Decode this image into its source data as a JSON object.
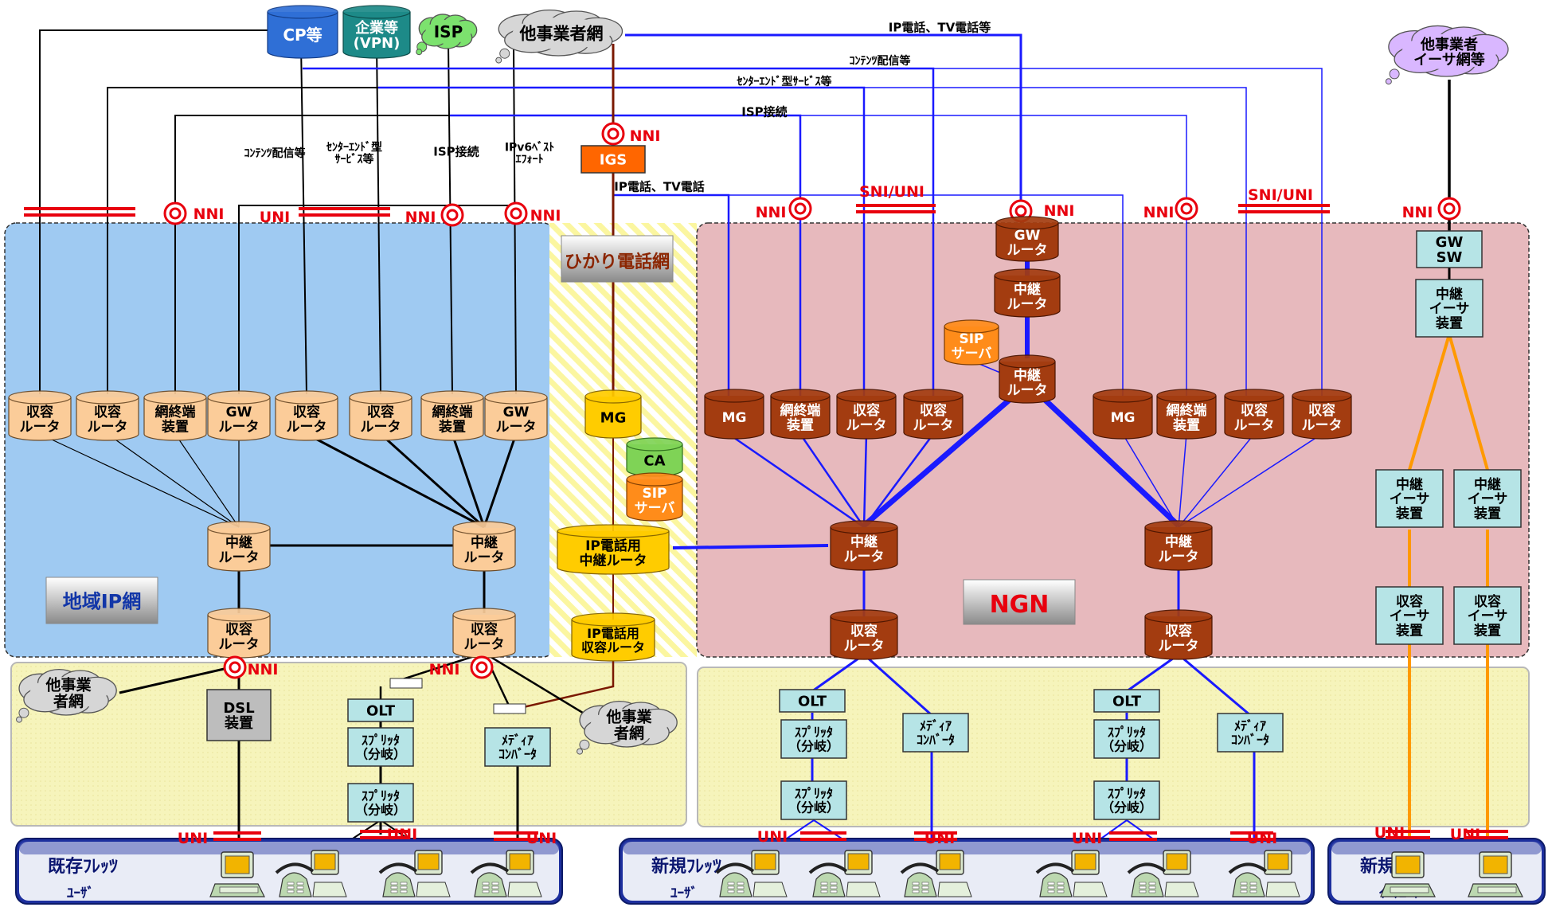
{
  "colors": {
    "blue_line": "#1a1aff",
    "orange_line": "#ff9900",
    "dark_red": "#7a1800",
    "nni_red": "#e8000e",
    "area_regional": "#9fcaf2",
    "area_hikari": "#fbf6a0",
    "area_ngn": "#e7b9bd",
    "area_access": "#f6f4bb",
    "node_peach": "#fbcc99",
    "node_brown": "#a33c10",
    "node_yellow": "#ffcc00",
    "node_teal": "#b6e4e6"
  },
  "top": {
    "cp": "CP等",
    "vpn": "企業等\n(VPN)",
    "isp": "ISP",
    "other_net": "他事業者網",
    "ether_other": "他事業者\nイーサ網等"
  },
  "services": {
    "ip_tv": "IP電話、TV電話等",
    "content": "ｺﾝﾃﾝﾂ配信等",
    "center_end": "ｾﾝﾀｰｴﾝﾄﾞ型ｻｰﾋﾞｽ等",
    "isp_conn": "ISP接続",
    "ip_tv2": "IP電話、TV電話",
    "left_content": "ｺﾝﾃﾝﾂ配信等",
    "left_center": "ｾﾝﾀｰｴﾝﾄﾞ型\nｻｰﾋﾞｽ等",
    "left_isp": "ISP接続",
    "left_ipv6": "IPv6ﾍﾞｽﾄ\nｴﾌｫｰﾄ"
  },
  "ifaces": {
    "nni": "NNI",
    "uni": "UNI",
    "sni_uni": "SNI/UNI"
  },
  "areas": {
    "regional": "地域IP網",
    "hikari": "ひかり電話網",
    "ngn": "NGN"
  },
  "nodes": {
    "igs": "IGS",
    "shuyo": "収容\nルータ",
    "moutan": "網終端\n装置",
    "gw": "GW\nルータ",
    "chukei": "中継\nルータ",
    "mg": "MG",
    "ca": "CA",
    "sip": "SIP\nサーバ",
    "ip_chukei": "IP電話用\n中継ルータ",
    "ip_shuyo": "IP電話用\n収容ルータ",
    "gwsw": "GW\nSW",
    "ether_chukei": "中継\nイーサ\n装置",
    "ether_shuyo": "収容\nイーサ\n装置",
    "dsl": "DSL\n装置",
    "olt": "OLT",
    "splitter": "ｽﾌﾟﾘｯﾀ\n（分岐）",
    "media": "ﾒﾃﾞｨｱ\nｺﾝﾊﾞｰﾀ",
    "other_net": "他事業\n者網"
  },
  "users": {
    "existing": "既存ﾌﾚｯﾂ",
    "new": "新規ﾌﾚｯﾂ",
    "user": "ﾕｰｻﾞ",
    "new_ether": "新規",
    "ether_user": "ｲｰｻﾕｰｻﾞ"
  }
}
